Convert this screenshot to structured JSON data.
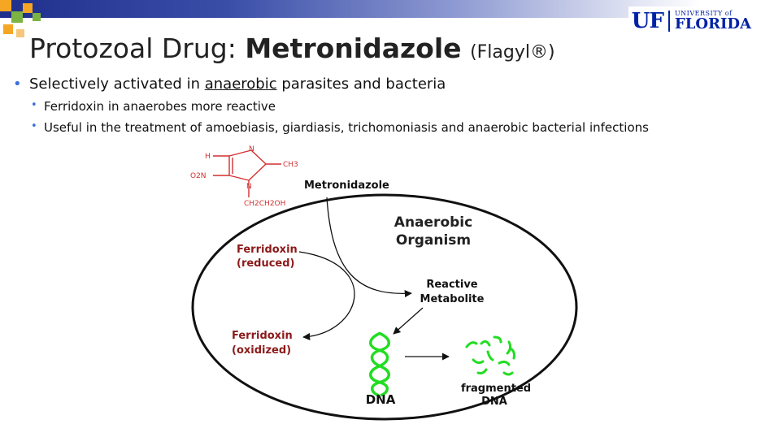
{
  "header": {
    "logo_uf": "UF",
    "logo_univ": "UNIVERSITY of",
    "logo_florida": "FLORIDA",
    "colors": {
      "brand": "#0021a5",
      "accent_orange": "#f5a623",
      "accent_green": "#7cb342"
    }
  },
  "slide": {
    "title_prefix": "Protozoal Drug:",
    "title_drug": "Metronidazole",
    "title_brand": "(Flagyl®)"
  },
  "bullets": {
    "main_before": "Selectively activated in ",
    "main_underlined": "anaerobic",
    "main_after": " parasites and bacteria",
    "sub1": "Ferridoxin in anaerobes more reactive",
    "sub2": "Useful in the treatment of amoebiasis, giardiasis, trichomoniasis and anaerobic bacterial infections"
  },
  "diagram": {
    "molecule": {
      "h": "H",
      "n_top": "N",
      "ch3": "CH3",
      "o2n": "O2N",
      "n_bottom": "N",
      "side_chain": "CH2CH2OH"
    },
    "drug_label": "Metronidazole",
    "organism_line1": "Anaerobic",
    "organism_line2": "Organism",
    "ferr_reduced_1": "Ferridoxin",
    "ferr_reduced_2": "(reduced)",
    "ferr_oxidized_1": "Ferridoxin",
    "ferr_oxidized_2": "(oxidized)",
    "reactive_1": "Reactive",
    "reactive_2": "Metabolite",
    "dna_label": "DNA",
    "frag_1": "fragmented",
    "frag_2": "DNA",
    "colors": {
      "ferridoxin": "#8b1a1a",
      "molecule": "#d32f2f",
      "dna": "#22dd22"
    }
  }
}
